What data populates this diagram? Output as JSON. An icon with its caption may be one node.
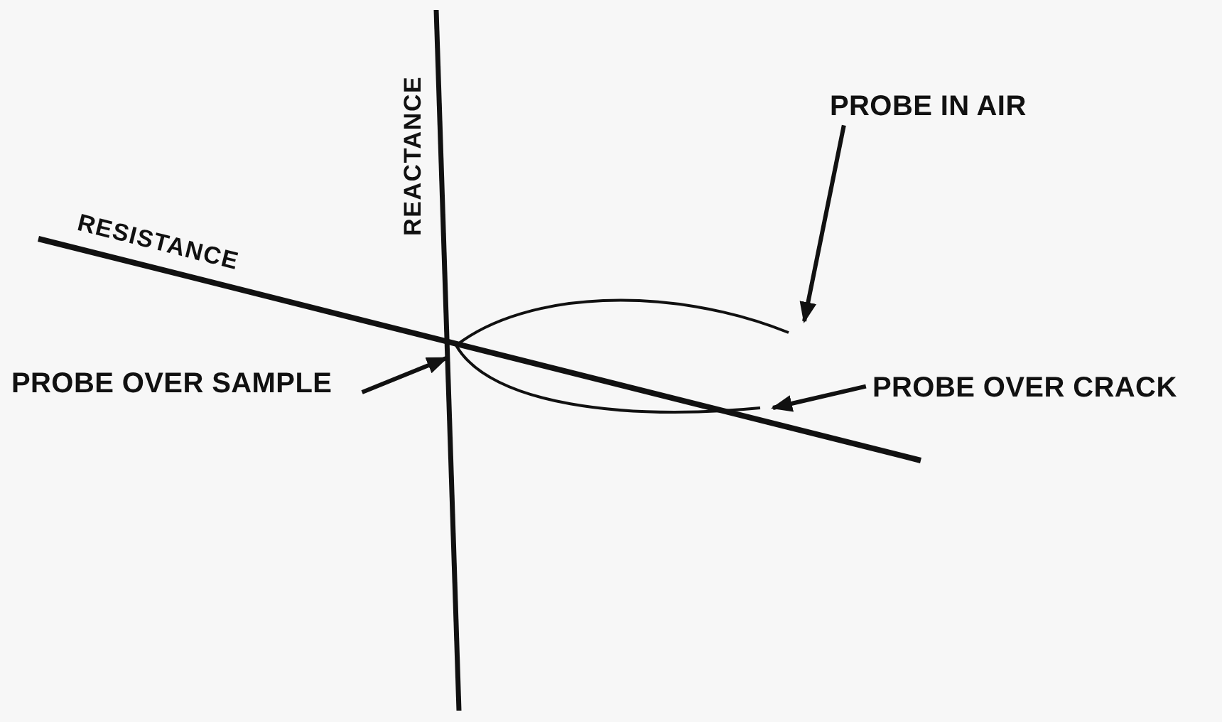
{
  "diagram": {
    "nodes": [
      {
        "text": [
          "PROBE IN AIR"
        ]
      },
      {
        "text": [
          "PROBE OVER SAMPLE"
        ]
      },
      {
        "text": [
          "PROBE OVER CRACK"
        ]
      },
      {
        "text": [],
        "shape": "curve"
      },
      {
        "text": [],
        "shape": "curve"
      }
    ],
    "edges": [
      {
        "from": 0,
        "to": 3,
        "arrow": "to"
      },
      {
        "from": 1,
        "to": 3,
        "arrow": "to"
      },
      {
        "from": 2,
        "to": 4,
        "arrow": "to"
      }
    ],
    "labels": [
      "REACTANCE",
      "RESISTANCE"
    ]
  }
}
